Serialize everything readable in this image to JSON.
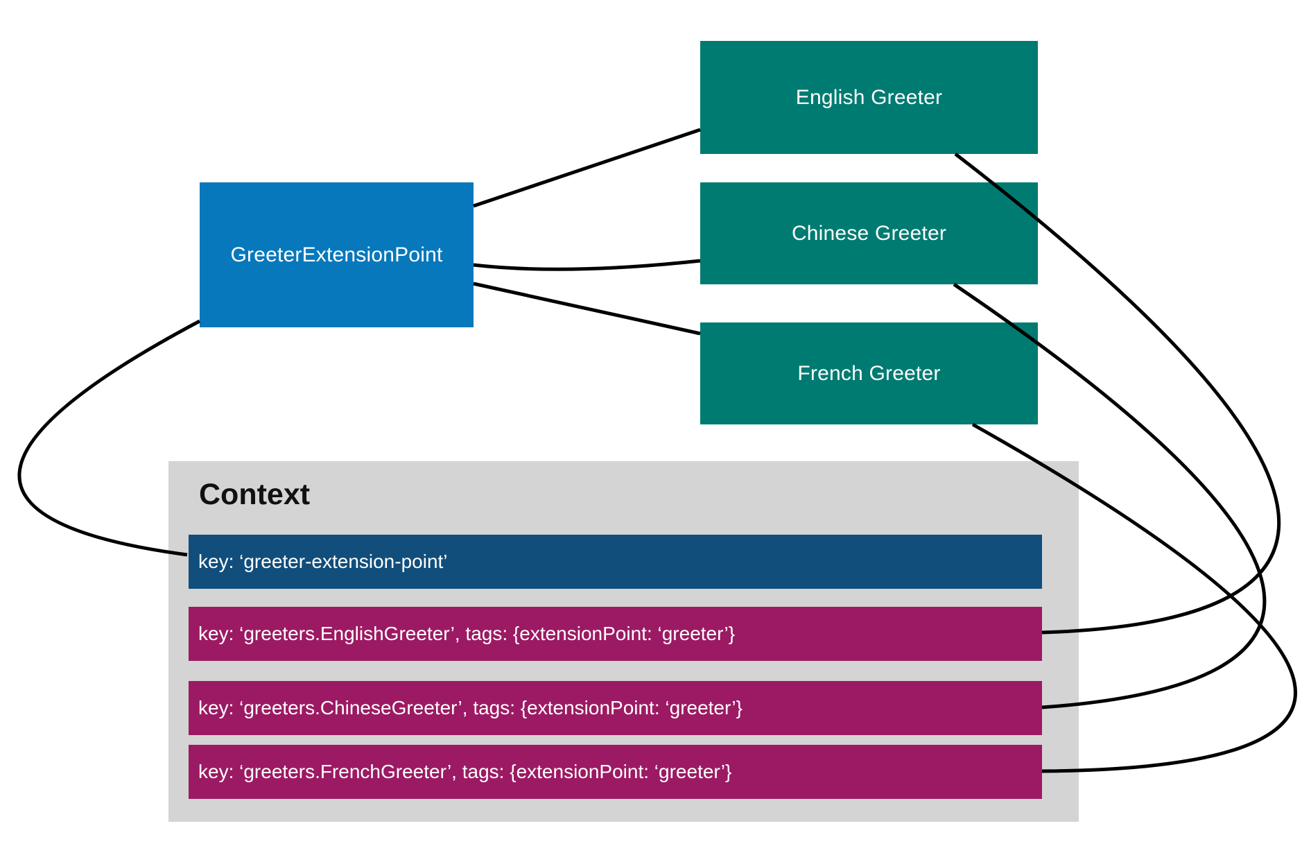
{
  "diagram": {
    "extension_point": {
      "label": "GreeterExtensionPoint"
    },
    "greeters": [
      {
        "id": "english",
        "label": "English Greeter"
      },
      {
        "id": "chinese",
        "label": "Chinese Greeter"
      },
      {
        "id": "french",
        "label": "French Greeter"
      }
    ],
    "context": {
      "title": "Context",
      "entries": [
        {
          "type": "extension-point",
          "label": "key: ‘greeter-extension-point’"
        },
        {
          "type": "greeter",
          "label": "key: ‘greeters.EnglishGreeter’, tags: {extensionPoint: ‘greeter’}"
        },
        {
          "type": "greeter",
          "label": "key: ‘greeters.ChineseGreeter’, tags: {extensionPoint: ‘greeter’}"
        },
        {
          "type": "greeter",
          "label": "key: ‘greeters.FrenchGreeter’, tags: {extensionPoint: ‘greeter’}"
        }
      ]
    },
    "edges": [
      {
        "from": "GreeterExtensionPoint",
        "to": "English Greeter"
      },
      {
        "from": "GreeterExtensionPoint",
        "to": "Chinese Greeter"
      },
      {
        "from": "GreeterExtensionPoint",
        "to": "French Greeter"
      },
      {
        "from": "GreeterExtensionPoint",
        "to": "context key ‘greeter-extension-point’"
      },
      {
        "from": "English Greeter",
        "to": "context key ‘greeters.EnglishGreeter’"
      },
      {
        "from": "Chinese Greeter",
        "to": "context key ‘greeters.ChineseGreeter’"
      },
      {
        "from": "French Greeter",
        "to": "context key ‘greeters.FrenchGreeter’"
      }
    ],
    "colors": {
      "extension_point_fill": "#0878BC",
      "greeter_fill": "#007B71",
      "context_background": "#D4D4D4",
      "extension_point_key_fill": "#114E7C",
      "greeter_key_fill": "#9C1A63",
      "edge_stroke": "#000000",
      "node_text": "#ffffff",
      "title_text": "#111111"
    }
  }
}
